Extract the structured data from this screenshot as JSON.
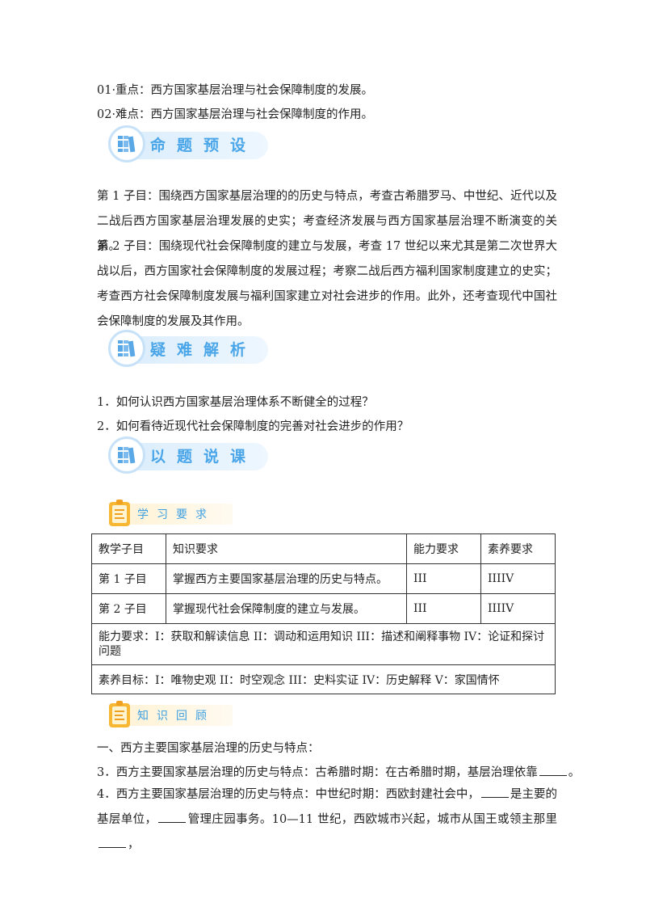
{
  "points": {
    "key": "01·重点：西方国家基层治理与社会保障制度的发展。",
    "difficult": "02·难点：西方国家基层治理与社会保障制度的作用。"
  },
  "banners": {
    "preset": "命题预设",
    "analysis": "疑难解析",
    "lesson": "以题说课"
  },
  "preset": {
    "item1": "第 1 子目：围绕西方国家基层治理的的历史与特点，考查古希腊罗马、中世纪、近代以及二战后西方国家基层治理发展的史实；考查经济发展与西方国家基层治理不断演变的关系。",
    "item2": "第 2 子目：围绕现代社会保障制度的建立与发展，考查 17 世纪以来尤其是第二次世界大战以后，西方国家社会保障制度的发展过程；考察二战后西方福利国家制度建立的史实；考查西方社会保障制度发展与福利国家建立对社会进步的作用。此外，还考查现代中国社会保障制度的发展及其作用。"
  },
  "analysis": {
    "q1": "1．如何认识西方国家基层治理体系不断健全的过程？",
    "q2": "2．如何看待近现代社会保障制度的完善对社会进步的作用？"
  },
  "requirements": {
    "title": "学习要求",
    "headers": [
      "教学子目",
      "知识要求",
      "能力要求",
      "素养要求"
    ],
    "rows": [
      [
        "第 1 子目",
        "掌握西方主要国家基层治理的历史与特点。",
        "III",
        "IIIIV"
      ],
      [
        "第 2 子目",
        "掌握现代社会保障制度的建立与发展。",
        "III",
        "IIIIV"
      ]
    ],
    "ability_note": "能力要求：I：获取和解读信息 II：调动和运用知识 III：描述和阐释事物 IV：论证和探讨问题",
    "literacy_note": "素养目标：I：唯物史观 II：时空观念 III：史料实证 IV：历史解释 V：家国情怀"
  },
  "review": {
    "title": "知识回顾",
    "heading": "一、西方主要国家基层治理的历史与特点：",
    "item3_a": "3．西方主要国家基层治理的历史与特点：古希腊时期：在古希腊时期，基层治理依靠",
    "item3_b": "。",
    "item4_a": "4．西方主要国家基层治理的历史与特点：中世纪时期：西欧封建社会中，",
    "item4_b": "是主要的基层单位，",
    "item4_c": "管理庄园事务。10—11 世纪，西欧城市兴起，城市从国王或领主那里",
    "item4_d": "，"
  },
  "colors": {
    "banner_text": "#4aa6e8",
    "banner_bg": "#d9ecfb",
    "sub_bg": "#fff3d6",
    "sub_icon": "#f7b733"
  }
}
